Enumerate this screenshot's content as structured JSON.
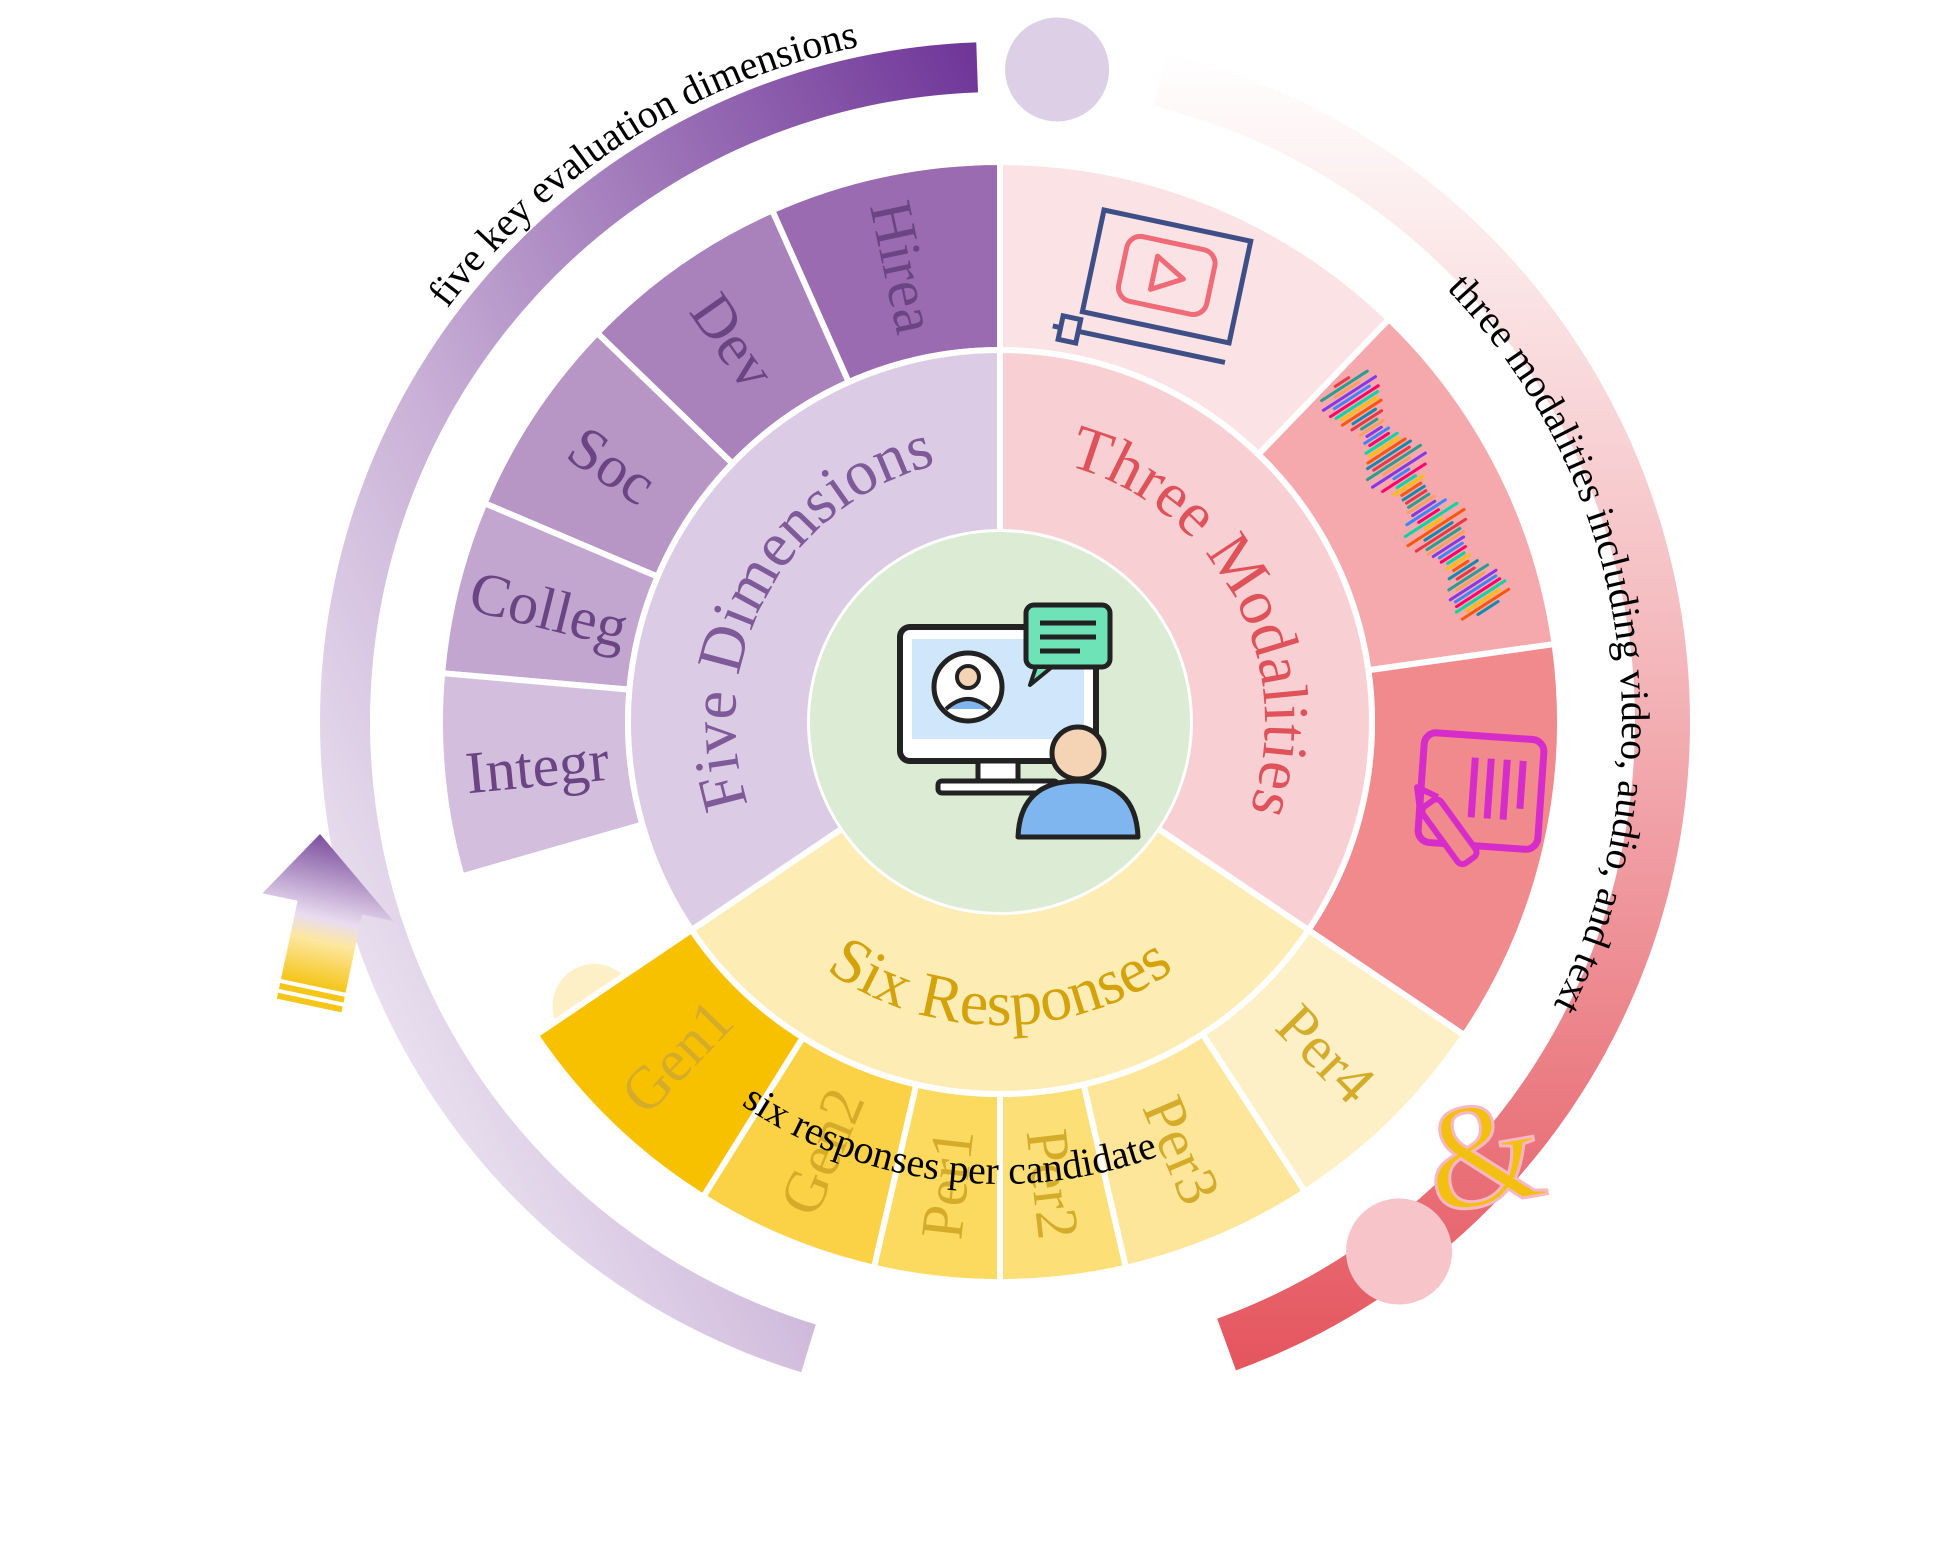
{
  "center": {
    "icon": "video-interview-icon"
  },
  "rings": {
    "dimensions": {
      "label": "Five Dimensions",
      "items": [
        "Hirea",
        "Dev",
        "Soc",
        "Colleg",
        "Integr"
      ],
      "arc_caption": "five key evaluation dimensions"
    },
    "modalities": {
      "label": "Three Modalities",
      "items": [
        {
          "icon": "video-player-icon"
        },
        {
          "icon": "audio-waveform-icon"
        },
        {
          "icon": "text-document-icon"
        }
      ],
      "arc_caption": "three modalities including video, audio, and text"
    },
    "responses": {
      "label": "Six Responses",
      "items": [
        "Gen1",
        "Gen2",
        "Per1",
        "Per2",
        "Per3",
        "Per4"
      ],
      "arc_caption": "six responses per candidate"
    }
  },
  "decorations": {
    "arrow": "up-arrow-icon",
    "ampersand": "&"
  },
  "colors": {
    "purple_inner": "#dccbe4",
    "purple_outer": [
      "#9a6bb0",
      "#a982bb",
      "#b795c5",
      "#c3a6d0",
      "#d3bfdd"
    ],
    "purple_text_inner": "#7e5a98",
    "purple_text_outer": "#6b4583",
    "pink_inner": "#f8d0d3",
    "pink_outer": [
      "#fbe3e5",
      "#f5a9ac",
      "#f08a8c"
    ],
    "pink_text": "#e0525a",
    "yellow_inner": "#fdecb4",
    "yellow_outer": [
      "#f7c100",
      "#fbd145",
      "#fcd95f",
      "#fddf78",
      "#fde69a",
      "#fdf0c7"
    ],
    "yellow_text": "#d4a20a",
    "yellow_text_outer": "#d4ac2a",
    "center_fill": "#dcebd3"
  }
}
